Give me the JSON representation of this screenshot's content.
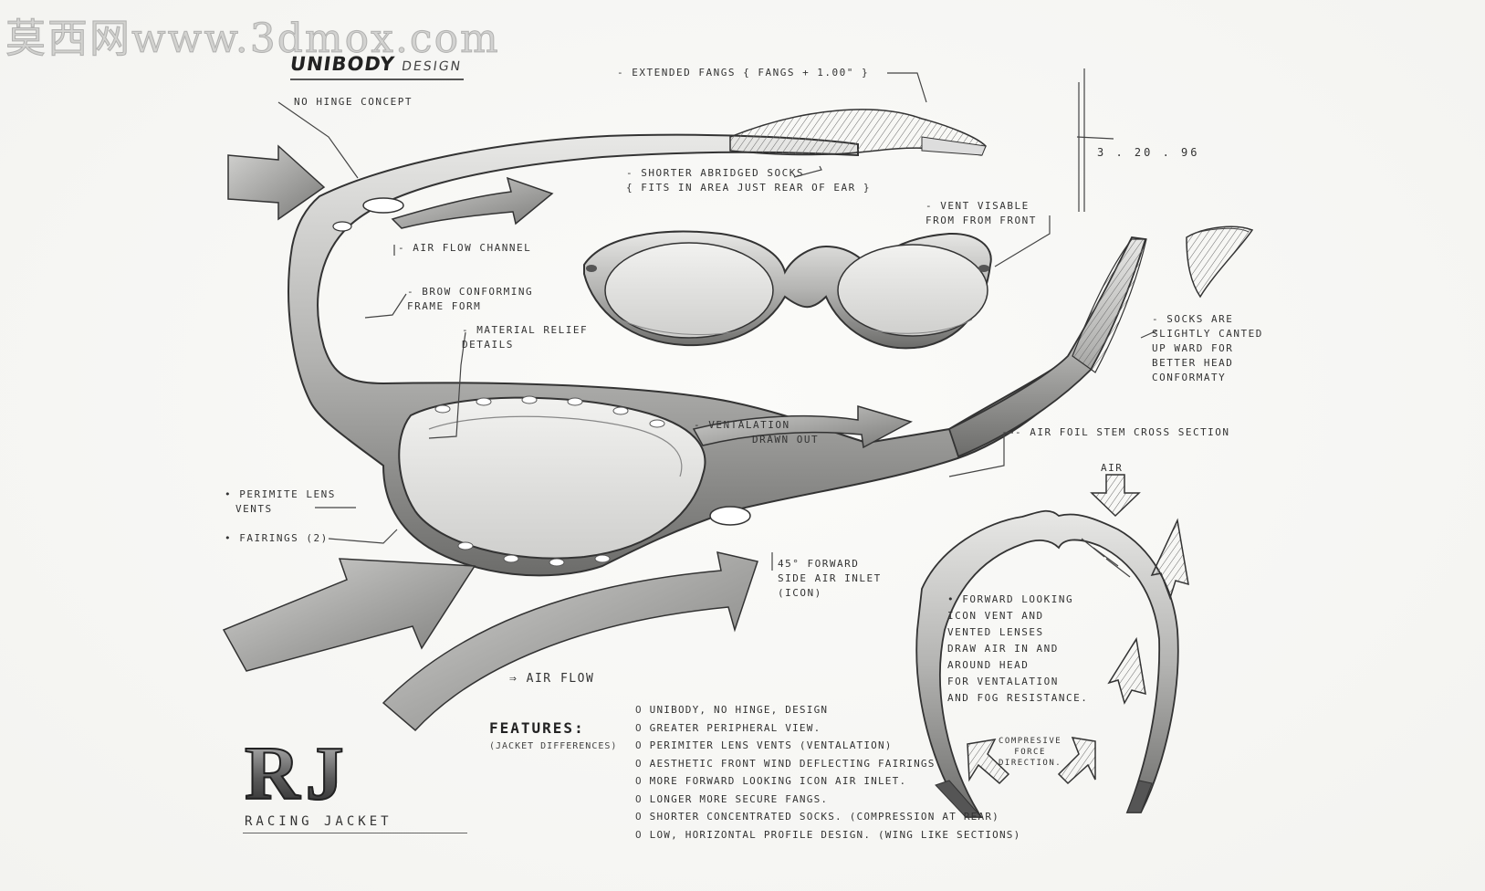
{
  "watermark": "莫西网www.3dmox.com",
  "title": {
    "main": "UNIBODY",
    "sub": "DESIGN"
  },
  "date": "3 . 20 . 96",
  "annotations": {
    "no_hinge": "NO HINGE CONCEPT",
    "extended_fangs": "- EXTENDED FANGS { FANGS + 1.00\" }",
    "shorter_socks_1": "- SHORTER ABRIDGED SOCKS",
    "shorter_socks_2": "{ FITS IN AREA JUST REAR OF EAR }",
    "vent_visible_1": "- VENT VISABLE",
    "vent_visible_2": "FROM FROM FRONT",
    "air_flow_channel": "- AIR FLOW CHANNEL",
    "brow_1": "- BROW CONFORMING",
    "brow_2": "FRAME FORM",
    "material_1": "- MATERIAL RELIEF",
    "material_2": "DETAILS",
    "socks_angled_1": "- SOCKS ARE",
    "socks_angled_2": "SLIGHTLY CANTED",
    "socks_angled_3": "UP WARD FOR",
    "socks_angled_4": "BETTER HEAD",
    "socks_angled_5": "CONFORMATY",
    "ventilation_1": "- VENTALATION",
    "ventilation_2": "DRAWN OUT",
    "air_foil": "- AIR FOIL STEM CROSS SECTION",
    "air_top": "AIR",
    "perimeter_1": "• PERIMITE LENS",
    "perimeter_2": "VENTS",
    "fairings": "• FAIRINGS (2)",
    "forward_1": "45° FORWARD",
    "forward_2": "SIDE AIR INLET",
    "forward_3": "(ICON)",
    "icon_vent_1": "• FORWARD LOOKING",
    "icon_vent_2": "ICON VENT AND",
    "icon_vent_3": "VENTED LENSES",
    "icon_vent_4": "DRAW AIR IN AND",
    "icon_vent_5": "AROUND HEAD",
    "icon_vent_6": "FOR VENTALATION",
    "icon_vent_7": "AND FOG RESISTANCE.",
    "compressive_1": "COMPRESIVE",
    "compressive_2": "FORCE",
    "compressive_3": "DIRECTION.",
    "air_flow": "⇒ AIR FLOW"
  },
  "features": {
    "title": "FEATURES:",
    "subtitle": "(JACKET DIFFERENCES)",
    "items": [
      "UNIBODY, NO HINGE, DESIGN",
      "GREATER PERIPHERAL VIEW.",
      "PERIMITER LENS VENTS (VENTALATION)",
      "AESTHETIC FRONT WIND DEFLECTING FAIRINGS",
      "MORE FORWARD LOOKING ICON AIR INLET.",
      "LONGER MORE SECURE FANGS.",
      "SHORTER CONCENTRATED SOCKS. (COMPRESSION AT REAR)",
      "LOW, HORIZONTAL PROFILE DESIGN. (WING LIKE SECTIONS)"
    ]
  },
  "logo": {
    "mark": "RJ",
    "name": "RACING JACKET"
  },
  "colors": {
    "paper": "#f7f7f5",
    "graphite": "#2a2a2a",
    "shade": "#8a8a8a"
  }
}
